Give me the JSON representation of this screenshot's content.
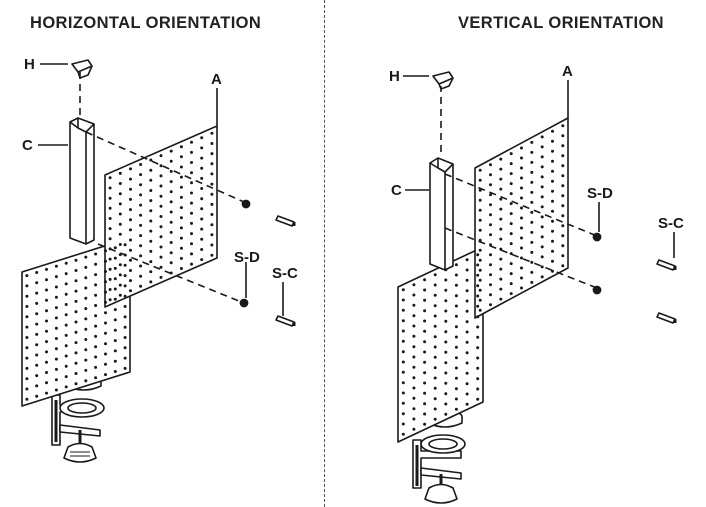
{
  "horizontal": {
    "title": "HORIZONTAL ORIENTATION",
    "labels": {
      "h": "H",
      "c": "C",
      "a": "A",
      "sd": "S-D",
      "sc": "S-C"
    }
  },
  "vertical": {
    "title": "VERTICAL ORIENTATION",
    "labels": {
      "h": "H",
      "c": "C",
      "a": "A",
      "sd": "S-D",
      "sc": "S-C"
    }
  },
  "colors": {
    "line": "#1a1a1a",
    "plate": "#ffffff",
    "hole": "#1a1a1a"
  }
}
